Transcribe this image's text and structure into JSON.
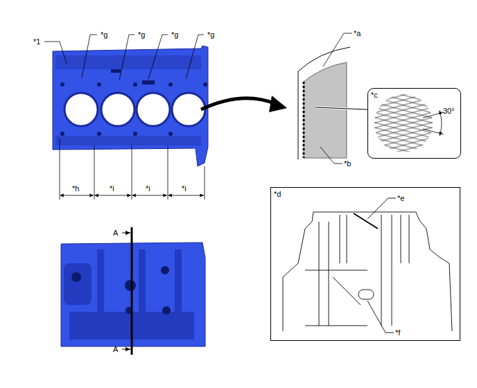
{
  "diagram": {
    "nodes": [
      {
        "text": [
          "*c",
          "30°"
        ]
      },
      {
        "text": [
          "*d"
        ]
      }
    ],
    "labels": [
      "*1",
      "*g",
      "*g",
      "*g",
      "*g",
      "*h",
      "*i",
      "*i",
      "*i",
      "*a",
      "*b",
      "A",
      "A",
      "*e",
      "*f"
    ]
  }
}
